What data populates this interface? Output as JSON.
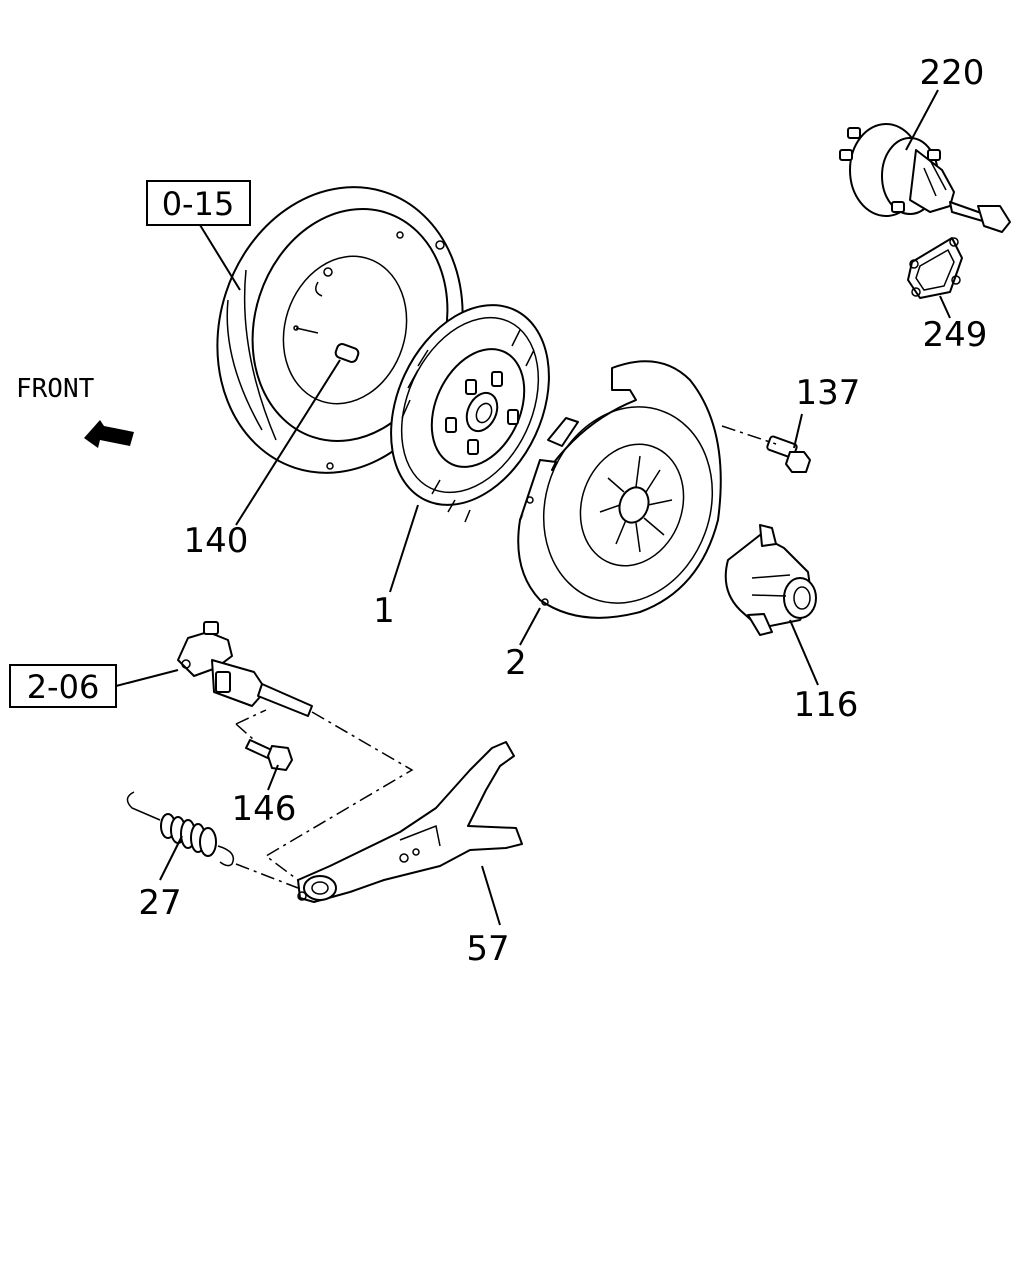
{
  "callouts": {
    "p220": "220",
    "p249": "249",
    "p137": "137",
    "p140": "140",
    "p1": "1",
    "p2": "2",
    "p116": "116",
    "p146": "146",
    "p27": "27",
    "p57": "57"
  },
  "refs": {
    "flywheel": "0-15",
    "cylinder": "2-06"
  },
  "direction": {
    "label": "FRONT"
  },
  "colors": {
    "line": "#000000",
    "background": "#ffffff"
  }
}
